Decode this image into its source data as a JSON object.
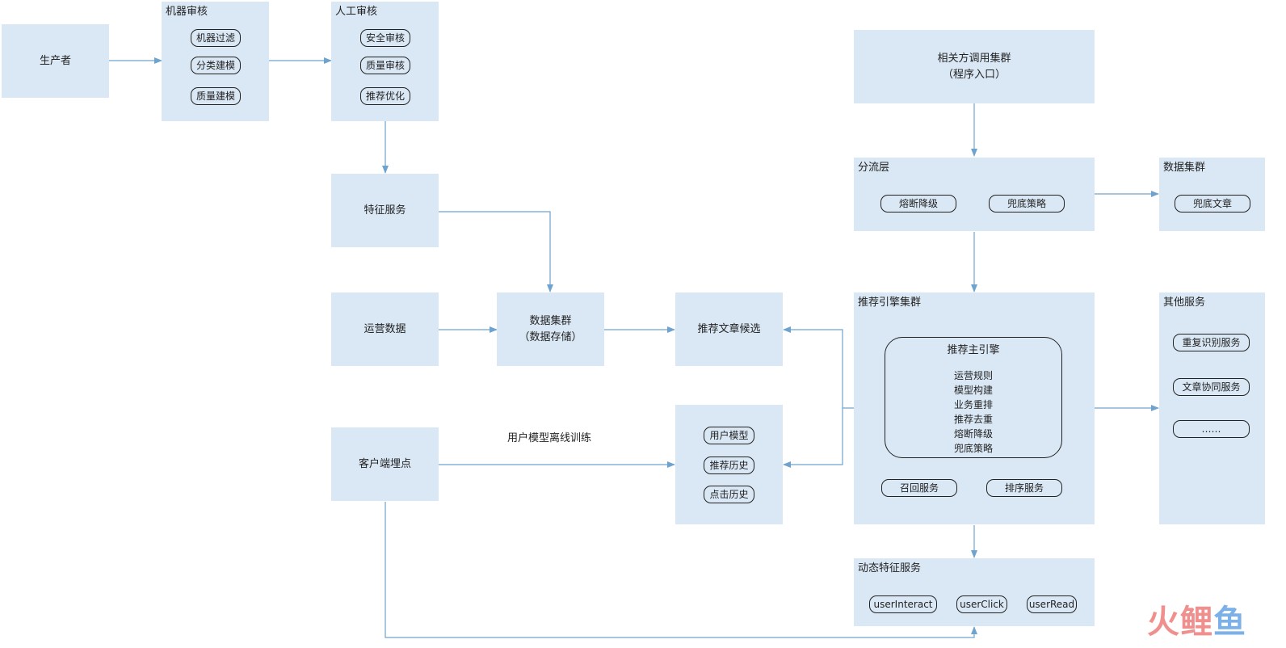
{
  "nodes": {
    "producer": {
      "label": "生产者"
    },
    "machine_review": {
      "title": "机器审核",
      "items": [
        "机器过滤",
        "分类建模",
        "质量建模"
      ]
    },
    "manual_review": {
      "title": "人工审核",
      "items": [
        "安全审核",
        "质量审核",
        "推荐优化"
      ]
    },
    "feature_service": {
      "label": "特征服务"
    },
    "ops_data": {
      "label": "运营数据"
    },
    "data_cluster_storage": {
      "line1": "数据集群",
      "line2": "（数据存储）"
    },
    "article_candidates": {
      "label": "推荐文章候选"
    },
    "client_tracking": {
      "label": "客户端埋点"
    },
    "user_model_box": {
      "items": [
        "用户模型",
        "推荐历史",
        "点击历史"
      ]
    },
    "caller_cluster": {
      "line1": "相关方调用集群",
      "line2": "（程序入口）"
    },
    "traffic_layer": {
      "title": "分流层",
      "items": [
        "熔断降级",
        "兜底策略"
      ]
    },
    "data_cluster_right": {
      "title": "数据集群",
      "items": [
        "兜底文章"
      ]
    },
    "engine_cluster": {
      "title": "推荐引擎集群",
      "engine_title": "推荐主引擎",
      "engine_items": [
        "运营规则",
        "模型构建",
        "业务重排",
        "推荐去重",
        "熔断降级",
        "兜底策略"
      ],
      "services": [
        "召回服务",
        "排序服务"
      ]
    },
    "other_services": {
      "title": "其他服务",
      "items": [
        "重复识别服务",
        "文章协同服务",
        "……"
      ]
    },
    "dynamic_features": {
      "title": "动态特征服务",
      "items": [
        "userInteract",
        "userClick",
        "userRead"
      ]
    }
  },
  "edge_labels": {
    "offline_training": "用户模型离线训练"
  },
  "watermark": {
    "part1": "火",
    "part2": "鲤",
    "part3": "鱼"
  },
  "colors": {
    "box_fill": "#dae8f5",
    "arrow": "#6fa3cf",
    "watermark_red": "#f0908e",
    "watermark_blue": "#7bb0e8"
  }
}
